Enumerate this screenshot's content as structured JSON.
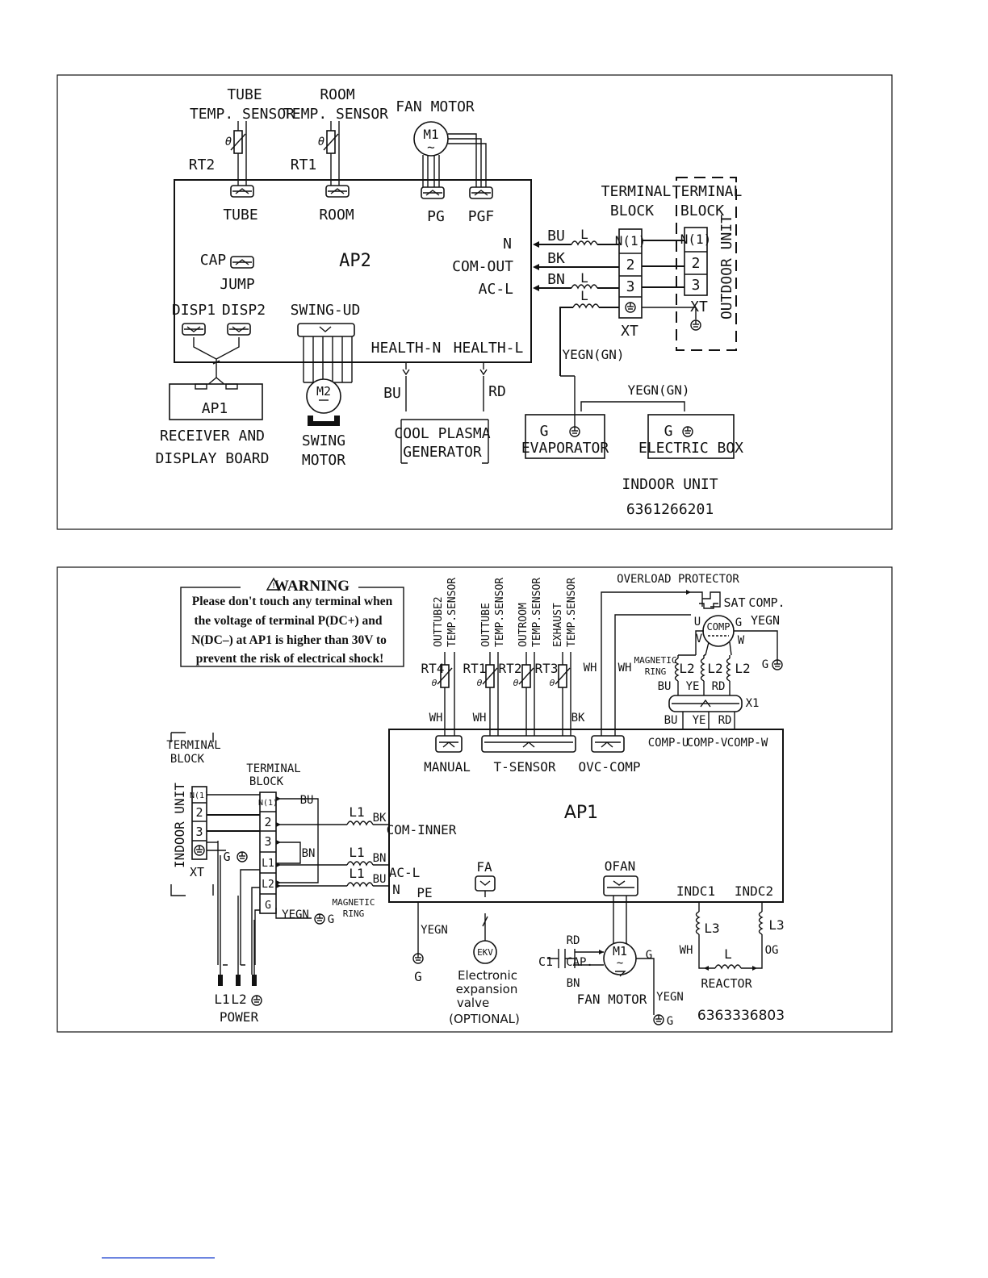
{
  "indoor": {
    "tube_sensor": [
      "TUBE",
      "TEMP. SENSOR"
    ],
    "room_sensor": [
      "ROOM",
      "TEMP. SENSOR"
    ],
    "fan_motor": "FAN MOTOR",
    "m1": "M1",
    "rt2": "RT2",
    "rt1": "RT1",
    "conn_tube": "TUBE",
    "conn_room": "ROOM",
    "pg": "PG",
    "pgf": "PGF",
    "ap2": "AP2",
    "cap": "CAP",
    "jump": "JUMP",
    "disp1": "DISP1",
    "disp2": "DISP2",
    "swing_ud": "SWING-UD",
    "n": "N",
    "com_out": "COM-OUT",
    "ac_l": "AC-L",
    "health_n": "HEALTH-N",
    "health_l": "HEALTH-L",
    "bu": "BU",
    "bk": "BK",
    "bn": "BN",
    "rd": "RD",
    "l": "L",
    "terminal_block": [
      "TERMINAL",
      "BLOCK"
    ],
    "terminal_block_outdoor": [
      "TERMINAL",
      "BLOCK"
    ],
    "terms": [
      "N(1)",
      "2",
      "3"
    ],
    "xt": "XT",
    "outdoor_unit": "OUTDOOR UNIT",
    "yegn1": "YEGN(GN)",
    "yegn2": "YEGN(GN)",
    "ap1": "AP1",
    "receiver": [
      "RECEIVER AND",
      "DISPLAY BOARD"
    ],
    "m2": "M2",
    "swing_motor": [
      "SWING",
      "MOTOR"
    ],
    "plasma": [
      "COOL PLASMA",
      "GENERATOR"
    ],
    "g": "G",
    "evaporator": "EVAPORATOR",
    "electric_box": "ELECTRIC BOX",
    "indoor_unit": "INDOOR UNIT",
    "code": "6361266201"
  },
  "outdoor": {
    "warning_title": "WARNING",
    "warning_lines": [
      "Please don't touch any terminal when",
      "the voltage of terminal P(DC+) and",
      "N(DC–) at AP1 is higher than 30V to",
      "prevent the risk of electrical shock!"
    ],
    "sensors": [
      {
        "label": [
          "OUTTUBE2",
          "TEMP.SENSOR"
        ],
        "rt": "RT4"
      },
      {
        "label": [
          "OUTTUBE",
          "TEMP.SENSOR"
        ],
        "rt": "RT1"
      },
      {
        "label": [
          "OUTROOM",
          "TEMP.SENSOR"
        ],
        "rt": "RT2"
      },
      {
        "label": [
          "EXHAUST",
          "TEMP.SENSOR"
        ],
        "rt": "RT3"
      }
    ],
    "overload": "OVERLOAD PROTECTOR",
    "sat": "SAT",
    "comp_yegn": [
      "COMP.",
      "YEGN"
    ],
    "comp": "COMP",
    "u": "U",
    "v": "V",
    "w": "W",
    "g": "G",
    "wh": "WH",
    "bk": "BK",
    "magnetic_ring": [
      "MAGNETIC",
      "RING"
    ],
    "l2": "L2",
    "bu": "BU",
    "ye": "YE",
    "rd": "RD",
    "x1": "X1",
    "manual": "MANUAL",
    "t_sensor": "T-SENSOR",
    "ovc_comp": "OVC-COMP",
    "comp_u": "COMP-U",
    "comp_v": "COMP-V",
    "comp_w": "COMP-W",
    "ap1": "AP1",
    "terminal_block_indoor": [
      "TERMINAL",
      "BLOCK"
    ],
    "indoor_unit": "INDOOR UNIT",
    "terms_left": [
      "N(1)",
      "2",
      "3"
    ],
    "xt": "XT",
    "terminal_block": [
      "TERMINAL",
      "BLOCK"
    ],
    "terms_right": [
      "N(1)",
      "2",
      "3",
      "L1",
      "L2",
      "G"
    ],
    "l1": "L1",
    "bn": "BN",
    "com_inner": "COM-INNER",
    "ac_l": "AC-L",
    "n": "N",
    "pe": "PE",
    "yegn": "YEGN",
    "fa": "FA",
    "ekv": "EKV",
    "ekv_label": [
      "Electronic",
      "expansion",
      "valve",
      "(OPTIONAL)"
    ],
    "ofan": "OFAN",
    "m1": "M1",
    "c1": "C1",
    "cap": "CAP.",
    "fan_motor": "FAN MOTOR",
    "indc1": "INDC1",
    "indc2": "INDC2",
    "l3": "L3",
    "og": "OG",
    "l": "L",
    "reactor": "REACTOR",
    "power": [
      "L1",
      "L2",
      "POWER"
    ],
    "code": "6363336803"
  }
}
